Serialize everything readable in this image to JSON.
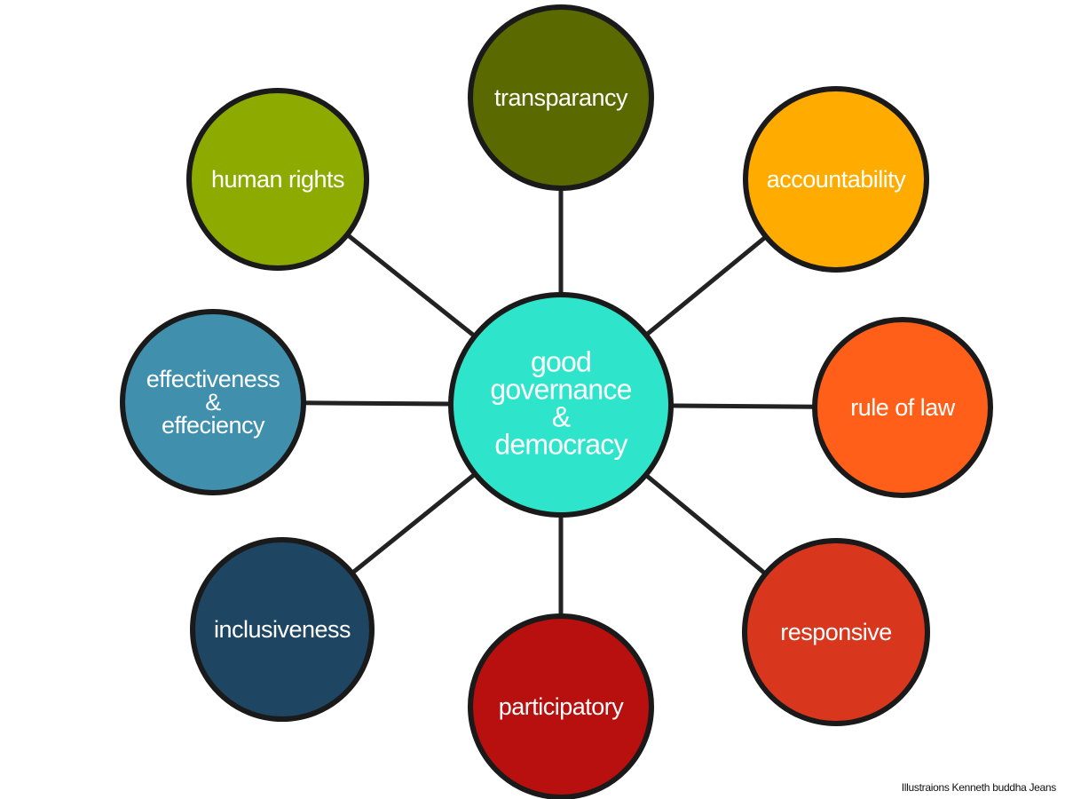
{
  "center": {
    "lines": [
      "good",
      "governance",
      "&",
      "democracy"
    ],
    "color": "#2ee5cc"
  },
  "nodes": [
    {
      "id": "transparancy",
      "lines": [
        "transparancy"
      ],
      "color": "#5a6a00"
    },
    {
      "id": "accountability",
      "lines": [
        "accountability"
      ],
      "color": "#ffab00"
    },
    {
      "id": "rule-of-law",
      "lines": [
        "rule of law"
      ],
      "color": "#ff5f19"
    },
    {
      "id": "responsive",
      "lines": [
        "responsive"
      ],
      "color": "#d8371e"
    },
    {
      "id": "participatory",
      "lines": [
        "participatory"
      ],
      "color": "#b8100f"
    },
    {
      "id": "inclusiveness",
      "lines": [
        "inclusiveness"
      ],
      "color": "#1e4561"
    },
    {
      "id": "effectiveness-efficiency",
      "lines": [
        "effectiveness",
        "&",
        "effeciency"
      ],
      "color": "#3f8fad"
    },
    {
      "id": "human-rights",
      "lines": [
        "human rights"
      ],
      "color": "#8daa00"
    }
  ],
  "credit": "Illustraions Kenneth buddha Jeans"
}
